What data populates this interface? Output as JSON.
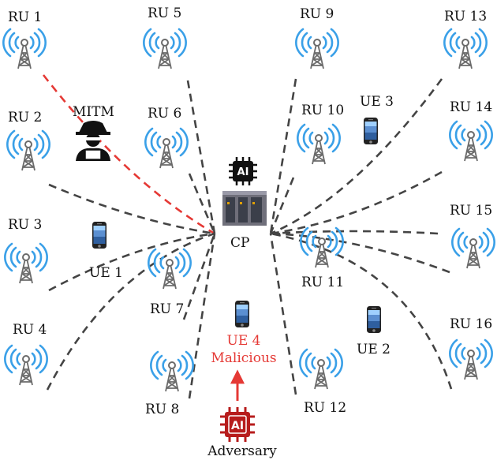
{
  "controller": {
    "label": "CP",
    "chip_text": "AI",
    "icon": "server-icon"
  },
  "radio_units": [
    {
      "id": "RU 1",
      "icon": "cell-tower-icon"
    },
    {
      "id": "RU 2",
      "icon": "cell-tower-icon"
    },
    {
      "id": "RU 3",
      "icon": "cell-tower-icon"
    },
    {
      "id": "RU 4",
      "icon": "cell-tower-icon"
    },
    {
      "id": "RU 5",
      "icon": "cell-tower-icon"
    },
    {
      "id": "RU 6",
      "icon": "cell-tower-icon"
    },
    {
      "id": "RU 7",
      "icon": "cell-tower-icon"
    },
    {
      "id": "RU 8",
      "icon": "cell-tower-icon"
    },
    {
      "id": "RU 9",
      "icon": "cell-tower-icon"
    },
    {
      "id": "RU 10",
      "icon": "cell-tower-icon"
    },
    {
      "id": "RU 11",
      "icon": "cell-tower-icon"
    },
    {
      "id": "RU 12",
      "icon": "cell-tower-icon"
    },
    {
      "id": "RU 13",
      "icon": "cell-tower-icon"
    },
    {
      "id": "RU 14",
      "icon": "cell-tower-icon"
    },
    {
      "id": "RU 15",
      "icon": "cell-tower-icon"
    },
    {
      "id": "RU 16",
      "icon": "cell-tower-icon"
    }
  ],
  "user_equipment": [
    {
      "id": "UE 1",
      "icon": "smartphone-icon"
    },
    {
      "id": "UE 2",
      "icon": "smartphone-icon"
    },
    {
      "id": "UE 3",
      "icon": "smartphone-icon"
    },
    {
      "id": "UE 4",
      "status": "Malicious",
      "icon": "smartphone-icon"
    }
  ],
  "attacker": {
    "label": "MITM",
    "icon": "hacker-icon"
  },
  "adversary": {
    "label": "Adversary",
    "chip_text": "AI",
    "icon": "ai-chip-icon"
  },
  "colors": {
    "link": "#444444",
    "attack_link": "#e53935",
    "adversary": "#b71c1c",
    "signal": "#3aa0e8",
    "tower": "#6b6b6b",
    "malicious_text": "#e53935"
  }
}
